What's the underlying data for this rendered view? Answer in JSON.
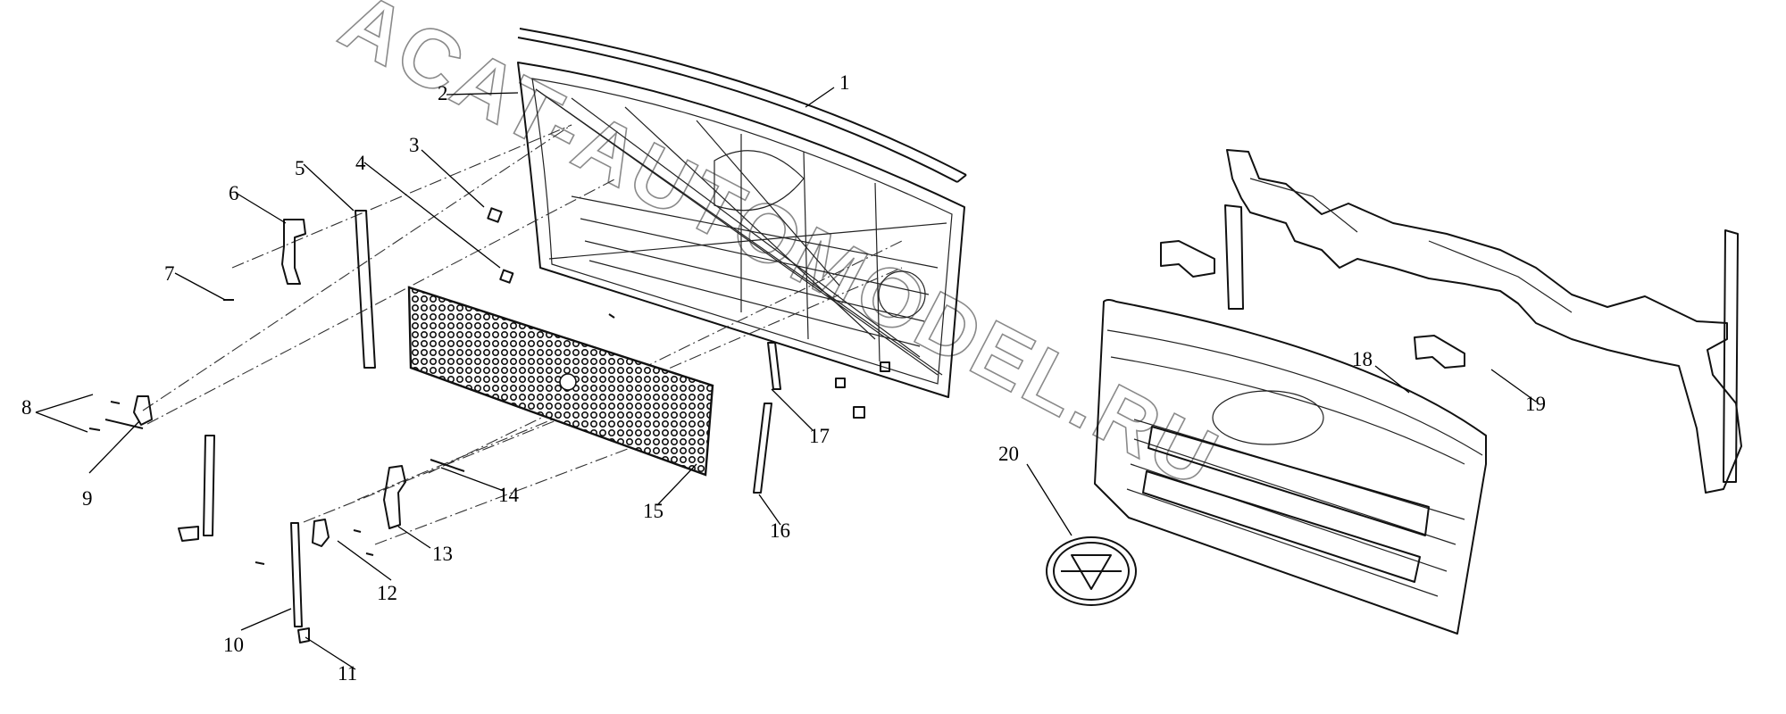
{
  "watermark": "ACAT-AUTOMODEL.RU",
  "callouts": [
    "1",
    "2",
    "3",
    "4",
    "5",
    "6",
    "7",
    "8",
    "9",
    "10",
    "11",
    "12",
    "13",
    "14",
    "15",
    "16",
    "17",
    "18",
    "19",
    "20"
  ]
}
